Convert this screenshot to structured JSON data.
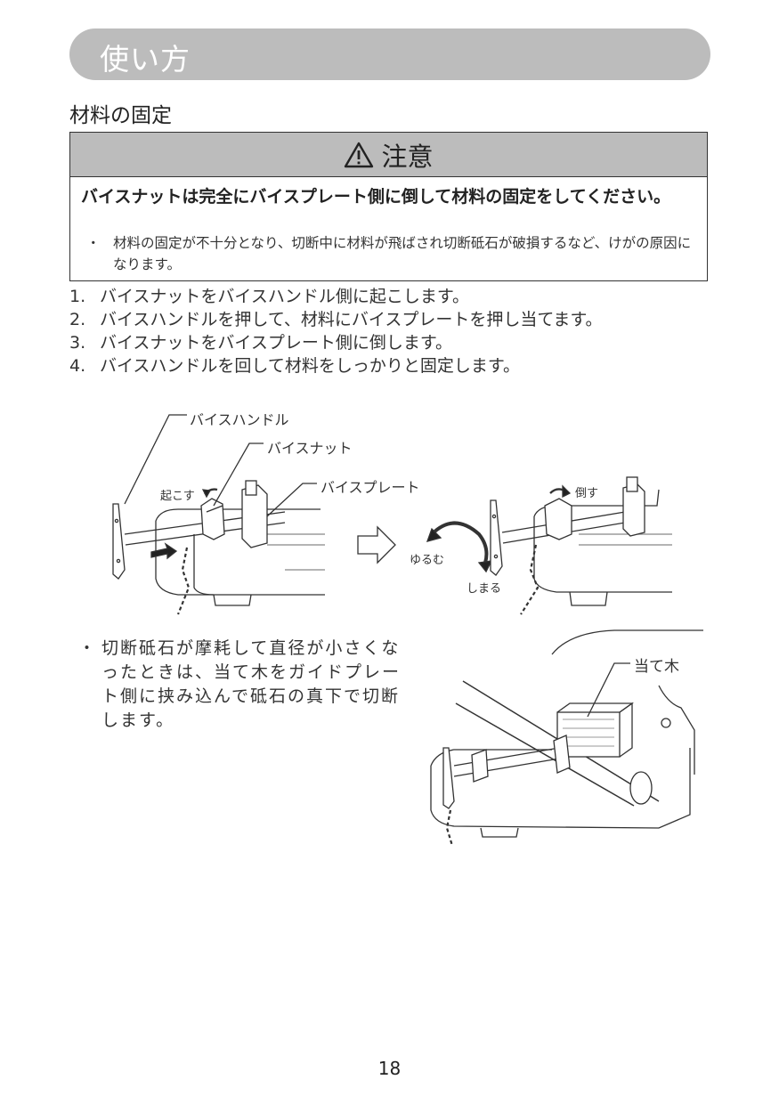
{
  "section_title": "使い方",
  "subheading": "材料の固定",
  "caution": {
    "heading": "注意",
    "main": "バイスナットは完全にバイスプレート側に倒して材料の固定をしてください。",
    "bullet_mark": "・",
    "bullet": "材料の固定が不十分となり、切断中に材料が飛ばされ切断砥石が破損するなど、けがの原因になります。"
  },
  "steps": [
    {
      "num": "1.",
      "text": "バイスナットをバイスハンドル側に起こします。"
    },
    {
      "num": "2.",
      "text": "バイスハンドルを押して、材料にバイスプレートを押し当てます。"
    },
    {
      "num": "3.",
      "text": "バイスナットをバイスプレート側に倒します。"
    },
    {
      "num": "4.",
      "text": "バイスハンドルを回して材料をしっかりと固定します。"
    }
  ],
  "figure1": {
    "label_handle": "バイスハンドル",
    "label_nut": "バイスナット",
    "label_plate": "バイスプレート",
    "label_raise": "起こす",
    "label_lay": "倒す",
    "label_loosen": "ゆるむ",
    "label_tighten": "しまる"
  },
  "note": {
    "mark": "・",
    "text": "切断砥石が摩耗して直径が小さくなったときは、当て木をガイドプレート側に挟み込んで砥石の真下で切断します。"
  },
  "figure2": {
    "label_block": "当て木"
  },
  "page_number": "18",
  "icons": [
    "warning-triangle-icon"
  ]
}
